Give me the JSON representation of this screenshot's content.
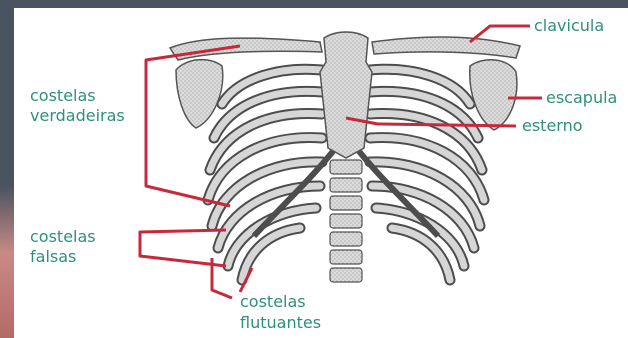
{
  "diagram": {
    "labels": {
      "clavicula": "clavicula",
      "escapula": "escapula",
      "esterno": "esterno",
      "costelas_verdadeiras_1": "costelas",
      "costelas_verdadeiras_2": "verdadeiras",
      "costelas_falsas_1": "costelas",
      "costelas_falsas_2": "falsas",
      "costelas_flutuantes_1": "costelas",
      "costelas_flutuantes_2": "flutuantes"
    },
    "colors": {
      "label_text": "#2f8f7e",
      "leader_line": "#c8283c",
      "bone_fill": "#d9d9d9",
      "bone_stroke": "#4d4d4d",
      "frame": "#4a5360"
    }
  }
}
